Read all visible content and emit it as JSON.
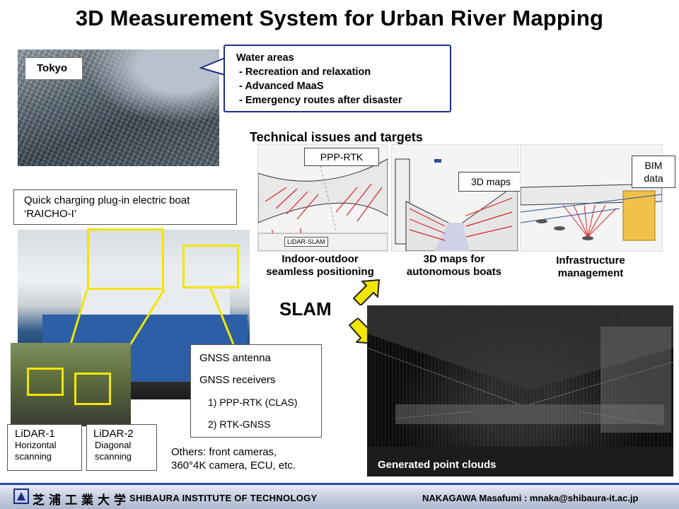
{
  "title": "3D Measurement System for Urban River Mapping",
  "tokyo_label": "Tokyo",
  "water_areas": {
    "heading": "Water areas",
    "items": [
      "- Recreation and relaxation",
      "- Advanced MaaS",
      "- Emergency routes after disaster"
    ]
  },
  "technical_heading": "Technical issues and targets",
  "panels": [
    {
      "tag": "PPP-RTK",
      "caption_l1": "Indoor-outdoor",
      "caption_l2": "seamless positioning",
      "inner_label": "LiDAR-SLAM"
    },
    {
      "tag": "3D maps",
      "caption_l1": "3D maps for",
      "caption_l2": "autonomous boats"
    },
    {
      "tag_l1": "BIM",
      "tag_l2": "data",
      "caption_l1": "Infrastructure",
      "caption_l2": "management"
    }
  ],
  "boat_box": {
    "line1": "Quick charging plug-in electric boat",
    "line2": "‘RAICHO-I’"
  },
  "gnss_box": {
    "antenna": "GNSS antenna",
    "receivers": "GNSS receivers",
    "r1": "1) PPP-RTK (CLAS)",
    "r2": "2) RTK-GNSS"
  },
  "lidar1": {
    "name": "LiDAR-1",
    "desc_l1": "Horizontal",
    "desc_l2": "scanning"
  },
  "lidar2": {
    "name": "LiDAR-2",
    "desc_l1": "Diagonal",
    "desc_l2": "scanning"
  },
  "others": {
    "line1": "Others: front cameras,",
    "line2": "360°4K camera, ECU, etc."
  },
  "slam": "SLAM",
  "cloud_caption": "Generated point clouds",
  "footer": {
    "jp": "芝浦工業大学",
    "institute": "SHIBAURA  INSTITUTE  OF  TECHNOLOGY",
    "author": "NAKAGAWA  Masafumi : mnaka@shibaura-it.ac.jp"
  },
  "colors": {
    "callout_border": "#1a2f8a",
    "highlight": "#f2e500",
    "footer_band": "#2b4b9c"
  }
}
